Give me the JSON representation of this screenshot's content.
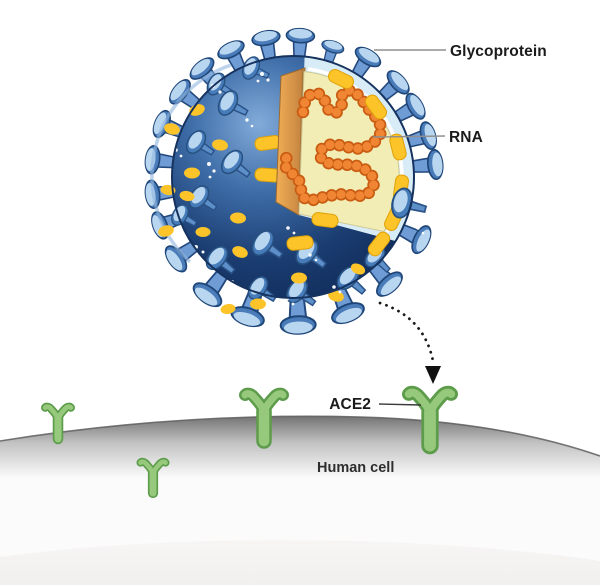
{
  "diagram": {
    "labels": {
      "glycoprotein": "Glycoprotein",
      "rna": "RNA",
      "ace2": "ACE2",
      "human_cell": "Human cell"
    },
    "colors": {
      "virus_dark": "#0d2853",
      "virus_mid": "#3a68a4",
      "virus_light": "#7fa9d8",
      "spike_face_blue": "#b9d6f0",
      "spike_body_blue": "#6f9cd4",
      "protein_yellow": "#fdc42a",
      "envelope_band": "#d8ecf8",
      "core_cream": "#f2edb4",
      "cut_tan": "#dfa052",
      "rna_orange": "#f08634",
      "rna_outline": "#c95c12",
      "receptor_fill": "#97c97d",
      "receptor_outline": "#5d9c4b",
      "membrane_gray": "#777777",
      "leader_line_gray": "#8f8f8f",
      "label_text": "#1b1b1b"
    }
  }
}
